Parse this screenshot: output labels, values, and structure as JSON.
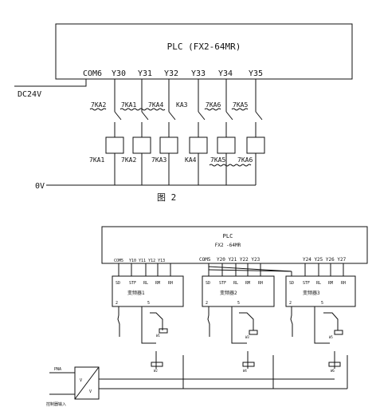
{
  "top": {
    "plc_title": "PLC (FX2-64MR)",
    "terminals": [
      "COM6",
      "Y30",
      "Y31",
      "Y32",
      "Y33",
      "Y34",
      "Y35"
    ],
    "supply_label": "DC24V",
    "zero_label": "0V",
    "contacts": [
      "7KA2",
      "7KA1",
      "7KA4",
      "KA3",
      "7KA6",
      "7KA5"
    ],
    "coils": [
      "7KA1",
      "7KA2",
      "7KA3",
      "KA4",
      "7KA5",
      "7KA6"
    ],
    "figure_caption": "图 2"
  },
  "bottom": {
    "plc_title": "PLC",
    "plc_model": "FX2 -64MR",
    "com_groups": [
      {
        "com": "COM5",
        "outputs": "Y10 Y11 Y12 Y13"
      },
      {
        "com": "COM5",
        "outputs": "Y20 Y21 Y22 Y23"
      },
      {
        "com": "",
        "outputs": "Y24 Y25 Y26 Y27"
      }
    ],
    "inverter_terminals": [
      "SD",
      "STF",
      "RL",
      "RM",
      "RH"
    ],
    "inverters": [
      "变频器1",
      "变频器2",
      "变频器3"
    ],
    "pots": [
      "W1",
      "W3",
      "W5",
      "W2",
      "W4",
      "W6"
    ],
    "left_labels": [
      "PNA",
      "V",
      "V"
    ],
    "bottom_labels": [
      "控制器输入"
    ]
  }
}
